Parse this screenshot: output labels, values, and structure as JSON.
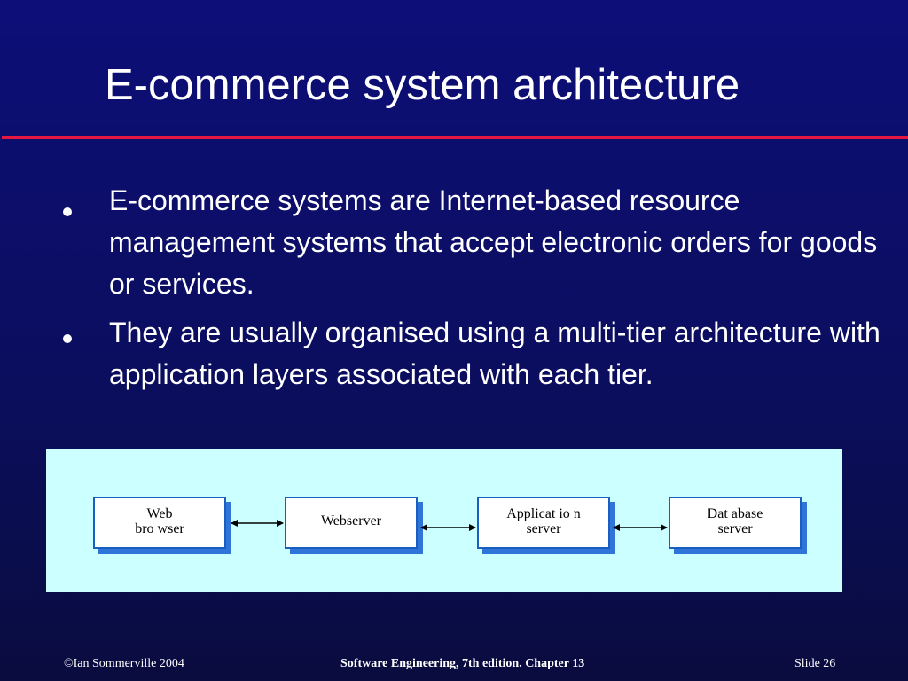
{
  "slide": {
    "title": "E-commerce system architecture",
    "colors": {
      "background": "#0d0e78",
      "title_rule": "#e3173f",
      "diagram_background": "#ccffff",
      "box_border": "#1a5fbf",
      "box_shadow": "#2f74d9"
    }
  },
  "bullets": [
    "E-commerce systems are Internet-based resource management systems that accept electronic orders for goods or services.",
    "They are usually organised using a multi-tier architecture with application layers associated with each tier."
  ],
  "diagram": {
    "tiers": [
      {
        "label": "Web\nbro wser"
      },
      {
        "label": "Webserver"
      },
      {
        "label": "Applicat io n\nserver"
      },
      {
        "label": "Dat abase\nserver"
      }
    ],
    "connectors": "bidirectional"
  },
  "footer": {
    "left": "©Ian Sommerville 2004",
    "center": "Software Engineering, 7th edition. Chapter 13",
    "right": "Slide  26"
  }
}
